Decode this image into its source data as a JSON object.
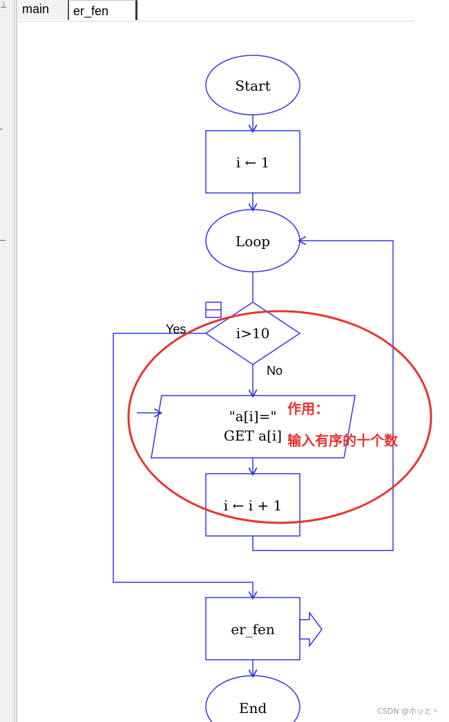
{
  "tabs": [
    {
      "label": "main"
    },
    {
      "label": "er_fen"
    }
  ],
  "flowchart": {
    "start": "Start",
    "init": "i ← 1",
    "loop": "Loop",
    "decision": "i>10",
    "yes_label": "Yes",
    "no_label": "No",
    "io_line1": "\"a[i]=\"",
    "io_line2": "GET a[i]",
    "increment": "i ← i + 1",
    "call": "er_fen",
    "end": "End"
  },
  "annotation": {
    "line1": "作用：",
    "line2": "输入有序的十个数"
  },
  "colors": {
    "flow": "#3333ee",
    "annotation": "#e8322f"
  },
  "watermark": "CSDN @ホッと丶"
}
